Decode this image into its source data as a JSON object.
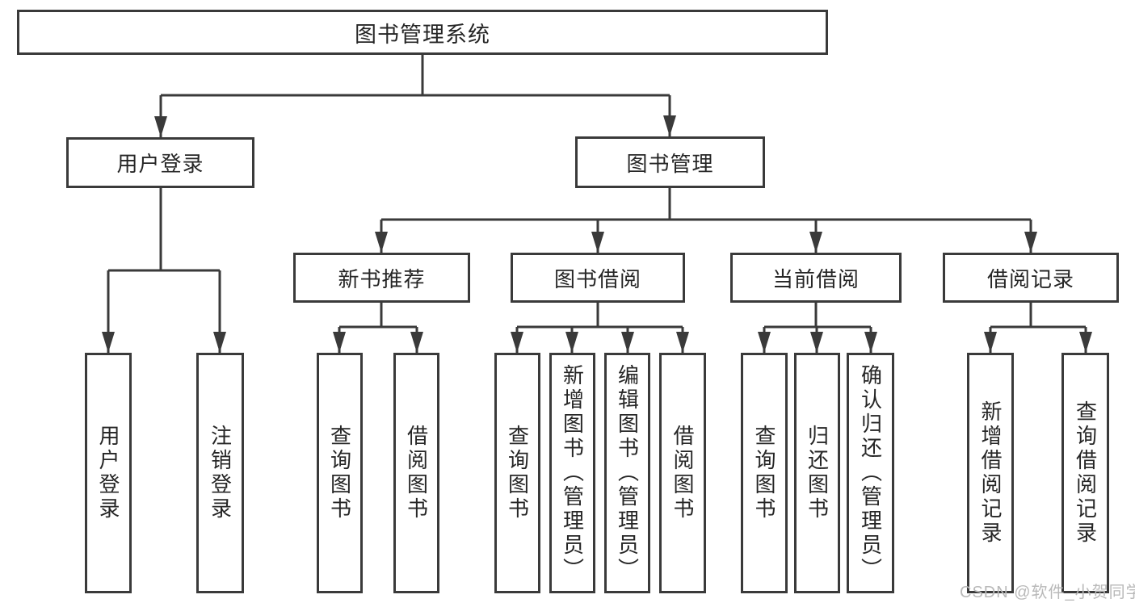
{
  "nodes": {
    "root": "图书管理系统",
    "user_login": "用户登录",
    "book_mgmt": "图书管理",
    "new_book_rec": "新书推荐",
    "book_borrow": "图书借阅",
    "current_borrow": "当前借阅",
    "borrow_record": "借阅记录",
    "login": "用户登录",
    "logout": "注销登录",
    "query_book_1": "查询图书",
    "borrow_book_1": "借阅图书",
    "query_book_2": "查询图书",
    "add_book": "新增图书（管理员）",
    "edit_book": "编辑图书（管理员）",
    "borrow_book_2": "借阅图书",
    "query_book_3": "查询图书",
    "return_book": "归还图书",
    "confirm_return": "确认归还（管理员）",
    "add_borrow_record": "新增借阅记录",
    "query_borrow_record": "查询借阅记录"
  },
  "watermark": "CSDN @软件_小贺同学",
  "colors": {
    "line": "#3a3a3a",
    "text": "#262626",
    "box_background": "#ffffff",
    "watermark": "#b9b9b9",
    "page_background": "#ffffff"
  }
}
